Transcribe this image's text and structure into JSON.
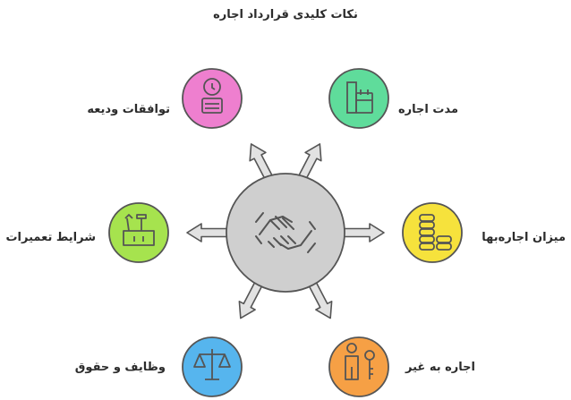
{
  "title": "نکات کلیدی قرارداد اجاره",
  "center": {
    "icon": "handshake-icon",
    "color": "#cfcfcf"
  },
  "nodes": [
    {
      "id": "deposit",
      "label": "توافقات ودیعه",
      "icon": "scale-weight-icon",
      "color": "#ee7fcf"
    },
    {
      "id": "duration",
      "label": "مدت اجاره",
      "icon": "calendar-icon",
      "color": "#5fdc9b"
    },
    {
      "id": "repairs",
      "label": "شرایط تعمیرات",
      "icon": "toolbox-icon",
      "color": "#a6e34e"
    },
    {
      "id": "rent-amount",
      "label": "میزان اجاره‌بها",
      "icon": "coin-stack-icon",
      "color": "#f6e23c"
    },
    {
      "id": "duties",
      "label": "وظایف و حقوق",
      "icon": "balance-scale-icon",
      "color": "#56b5ee"
    },
    {
      "id": "sublease",
      "label": "اجاره به غیر",
      "icon": "person-key-icon",
      "color": "#f6a045"
    }
  ]
}
